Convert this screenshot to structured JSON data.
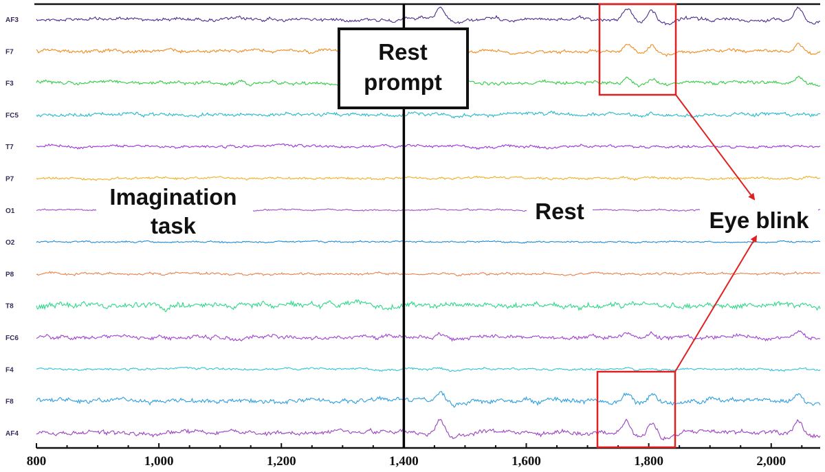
{
  "chart_data": {
    "type": "line",
    "title": "",
    "xlabel": "",
    "ylabel": "",
    "xlim": [
      800,
      2080
    ],
    "x_ticks": [
      800,
      1000,
      1200,
      1400,
      1600,
      1800,
      2000
    ],
    "x_tick_labels": [
      "800",
      "1,000",
      "1,200",
      "1,400",
      "1,600",
      "1,800",
      "2,000"
    ],
    "minor_tick_step": 50,
    "grid": false,
    "legend": "none",
    "series": [
      {
        "name": "AF3",
        "color": "#4b2a8c",
        "amplitude": 3,
        "blink_amplitude": 16
      },
      {
        "name": "F7",
        "color": "#f08a1c",
        "amplitude": 3,
        "blink_amplitude": 11
      },
      {
        "name": "F3",
        "color": "#2ecc40",
        "amplitude": 3,
        "blink_amplitude": 8
      },
      {
        "name": "FC5",
        "color": "#22b8cc",
        "amplitude": 3,
        "blink_amplitude": 2
      },
      {
        "name": "T7",
        "color": "#9b30d9",
        "amplitude": 2.5,
        "blink_amplitude": 0
      },
      {
        "name": "P7",
        "color": "#f0b020",
        "amplitude": 2,
        "blink_amplitude": 0
      },
      {
        "name": "O1",
        "color": "#a050c8",
        "amplitude": 1.5,
        "blink_amplitude": 0
      },
      {
        "name": "O2",
        "color": "#1e8ad6",
        "amplitude": 1.5,
        "blink_amplitude": 0
      },
      {
        "name": "P8",
        "color": "#e8804a",
        "amplitude": 2,
        "blink_amplitude": 0
      },
      {
        "name": "T8",
        "color": "#2ed888",
        "amplitude": 5,
        "blink_amplitude": 0
      },
      {
        "name": "FC6",
        "color": "#a040d0",
        "amplitude": 3.5,
        "blink_amplitude": 7
      },
      {
        "name": "F4",
        "color": "#2cc4d8",
        "amplitude": 2,
        "blink_amplitude": 2
      },
      {
        "name": "F8",
        "color": "#2a9ee0",
        "amplitude": 4,
        "blink_amplitude": 12
      },
      {
        "name": "AF4",
        "color": "#9a40c0",
        "amplitude": 4,
        "blink_amplitude": 18
      }
    ],
    "events": [
      {
        "x": 1400,
        "label": "Rest prompt"
      }
    ],
    "blink_events_x": [
      1460,
      1765,
      1805,
      2045
    ],
    "annotations": [
      {
        "text": "Imagination task",
        "region": [
          800,
          1400
        ]
      },
      {
        "text": "Rest",
        "region": [
          1400,
          2080
        ]
      },
      {
        "text": "Eye blink",
        "highlight_boxes": [
          {
            "x_range": [
              1720,
              1845
            ],
            "channels": [
              "AF3",
              "F7",
              "F3"
            ]
          },
          {
            "x_range": [
              1720,
              1845
            ],
            "channels": [
              "F8",
              "AF4"
            ]
          }
        ]
      }
    ]
  },
  "labels": {
    "rest_prompt_line1": "Rest",
    "rest_prompt_line2": "prompt",
    "imagination_line1": "Imagination",
    "imagination_line2": "task",
    "rest": "Rest",
    "eye_blink": "Eye blink"
  },
  "colors": {
    "highlight": "#e02020",
    "axis": "#111111"
  }
}
